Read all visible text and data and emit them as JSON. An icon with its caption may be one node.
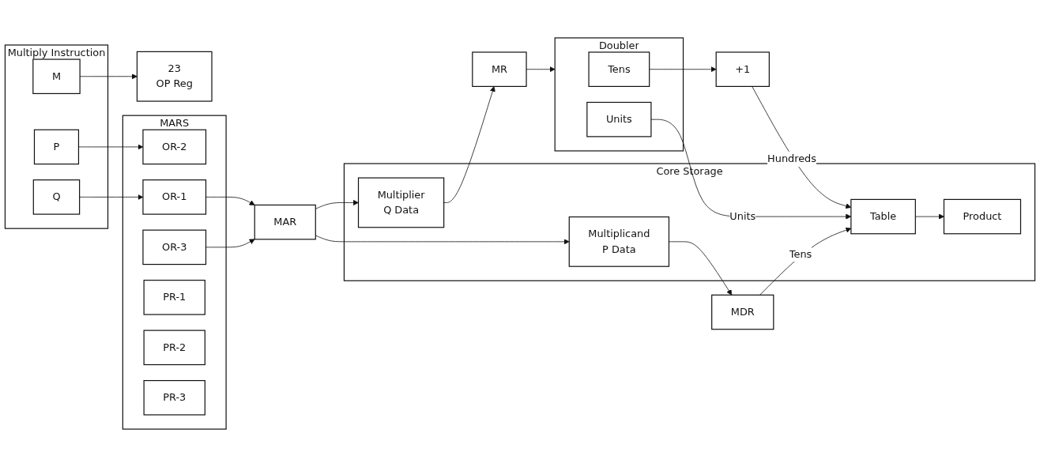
{
  "diagram": {
    "nodes": [
      {
        "text": [
          "Multiply Instruction"
        ]
      },
      {
        "text": [
          "M"
        ],
        "in": 0
      },
      {
        "text": [
          "P"
        ],
        "in": 0
      },
      {
        "text": [
          "Q"
        ],
        "in": 0
      },
      {
        "text": [
          "23",
          "OP Reg"
        ]
      },
      {
        "text": [
          "MARS"
        ]
      },
      {
        "text": [
          "OR-1"
        ],
        "in": 5
      },
      {
        "text": [
          "OR-2"
        ],
        "in": 5
      },
      {
        "text": [
          "OR-3"
        ],
        "in": 5
      },
      {
        "text": [
          "PR-1"
        ],
        "in": 5
      },
      {
        "text": [
          "PR-2"
        ],
        "in": 5
      },
      {
        "text": [
          "PR-3"
        ],
        "in": 5
      },
      {
        "text": [
          "MAR"
        ]
      },
      {
        "text": [
          "Core Storage"
        ]
      },
      {
        "text": [
          "Multiplier",
          "Q Data"
        ],
        "in": 13
      },
      {
        "text": [
          "Table"
        ],
        "in": 13
      },
      {
        "text": [
          "Multiplicand",
          "P Data"
        ],
        "in": 13
      },
      {
        "text": [
          "Product"
        ],
        "in": 13
      },
      {
        "text": [
          "MR"
        ]
      },
      {
        "text": [
          "Doubler"
        ]
      },
      {
        "text": [
          "Tens"
        ],
        "in": 19
      },
      {
        "text": [
          "Units"
        ],
        "in": 19
      },
      {
        "text": [
          "+1"
        ]
      },
      {
        "text": [
          "MDR"
        ]
      }
    ],
    "edges": [
      {
        "from": 1,
        "to": 4,
        "arrow": "to"
      },
      {
        "from": 2,
        "to": 7,
        "arrow": "to"
      },
      {
        "from": 3,
        "to": 6,
        "arrow": "to"
      },
      {
        "from": 6,
        "to": 12,
        "arrow": "to"
      },
      {
        "from": 8,
        "to": 12,
        "arrow": "to"
      },
      {
        "from": 12,
        "to": 14,
        "arrow": "to"
      },
      {
        "from": 12,
        "to": 16,
        "arrow": "to"
      },
      {
        "from": 14,
        "to": 18,
        "arrow": "to"
      },
      {
        "from": 16,
        "to": 23,
        "arrow": "to"
      },
      {
        "from": 15,
        "to": 17,
        "arrow": "to"
      },
      {
        "from": 18,
        "to": 19,
        "arrow": "to"
      },
      {
        "from": 20,
        "to": 22,
        "arrow": "to"
      },
      {
        "from": 23,
        "to": 15,
        "label": "Tens",
        "arrow": "to"
      },
      {
        "from": 22,
        "to": 15,
        "label": "Hundreds",
        "arrow": "to"
      },
      {
        "from": 21,
        "to": 15,
        "label": "Units",
        "arrow": "to"
      }
    ]
  }
}
